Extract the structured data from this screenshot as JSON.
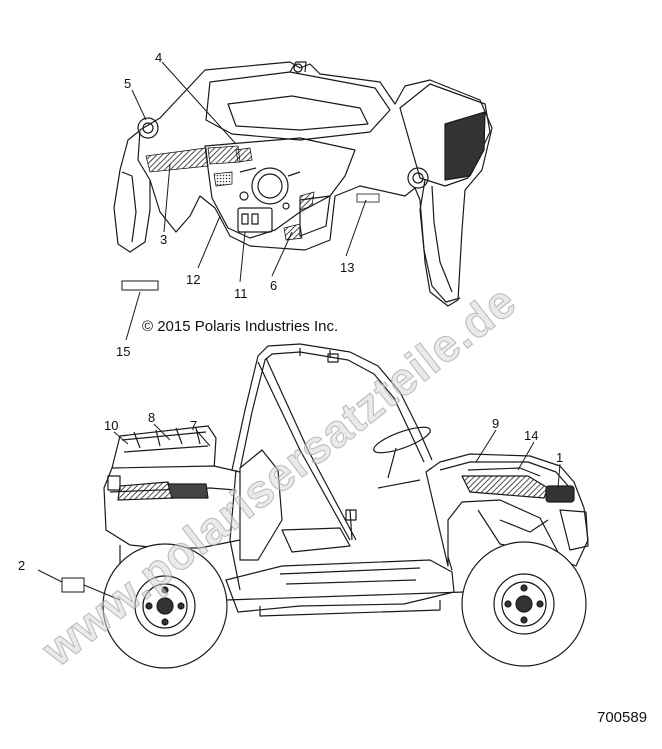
{
  "diagram": {
    "copyright": "© 2015 Polaris Industries Inc.",
    "part_number": "700589",
    "watermark": "www.polarisersatzteile.de",
    "callouts": [
      "1",
      "2",
      "3",
      "4",
      "5",
      "6",
      "7",
      "8",
      "9",
      "10",
      "11",
      "12",
      "13",
      "14",
      "15"
    ],
    "colors": {
      "line": "#1a1a1a",
      "decal_hatch": "#2b2b2b",
      "watermark": "#bdbdbd"
    }
  }
}
